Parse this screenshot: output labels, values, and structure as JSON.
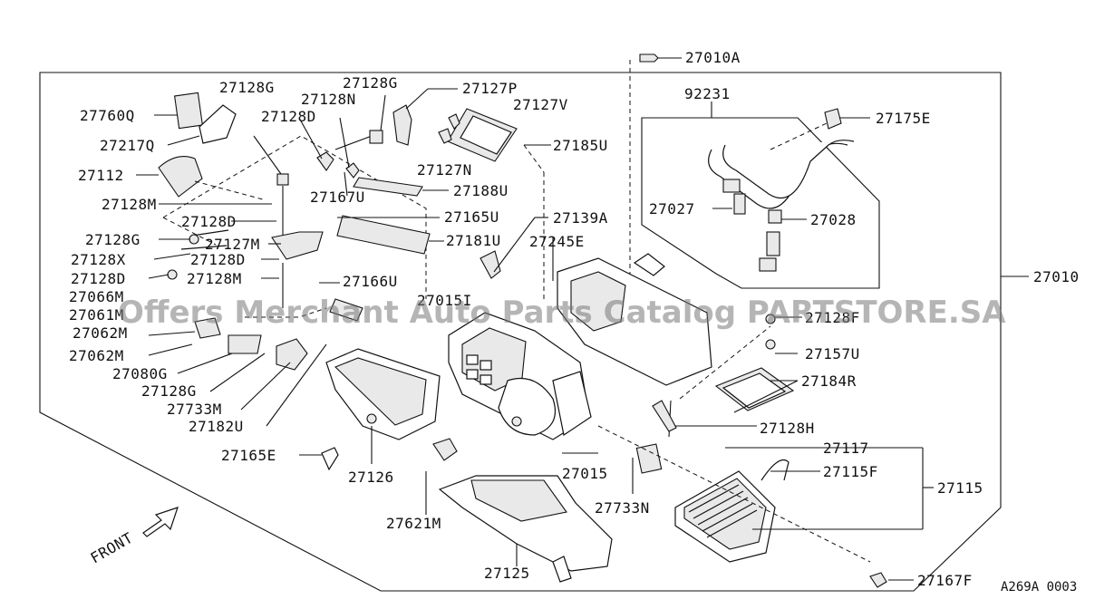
{
  "diagram_id": "A269A 0003",
  "watermark": "Offers Merchant Auto Parts Catalog PARTSTORE.SA",
  "front_label": "FRONT",
  "labels": {
    "p27010A": "27010A",
    "p27010": "27010",
    "p92231": "92231",
    "p27175E": "27175E",
    "p27027": "27027",
    "p27028": "27028",
    "p27760Q": "27760Q",
    "p27217Q": "27217Q",
    "p27112": "27112",
    "p27128M_a": "27128M",
    "p27128G_a": "27128G",
    "p27128G_b": "27128G",
    "p27128N": "27128N",
    "p27128D_a": "27128D",
    "p27127P": "27127P",
    "p27127V": "27127V",
    "p27185U": "27185U",
    "p27127N": "27127N",
    "p27167U_a": "27167U",
    "p27188U": "27188U",
    "p27165U": "27165U",
    "p27181U": "27181U",
    "p27139A": "27139A",
    "p27245E": "27245E",
    "p27128D_b": "27128D",
    "p27128G_c": "27128G",
    "p27127M": "27127M",
    "p27128X": "27128X",
    "p27128D_c": "27128D",
    "p27128D_d": "27128D",
    "p27128M_b": "27128M",
    "p27166U": "27166U",
    "p27066M": "27066M",
    "p27061M": "27061M",
    "p27015I": "27015I",
    "p27062M_a": "27062M",
    "p27062M_b": "27062M",
    "p27080G": "27080G",
    "p27128G_d": "27128G",
    "p27733M": "27733M",
    "p27182U": "27182U",
    "p27165E": "27165E",
    "p27126": "27126",
    "p27015": "27015",
    "p27621M": "27621M",
    "p27125": "27125",
    "p27733N": "27733N",
    "p27128F": "27128F",
    "p27157U": "27157U",
    "p27184R": "27184R",
    "p27128H": "27128H",
    "p27117": "27117",
    "p27115F": "27115F",
    "p27115": "27115",
    "p27167F": "27167F"
  }
}
